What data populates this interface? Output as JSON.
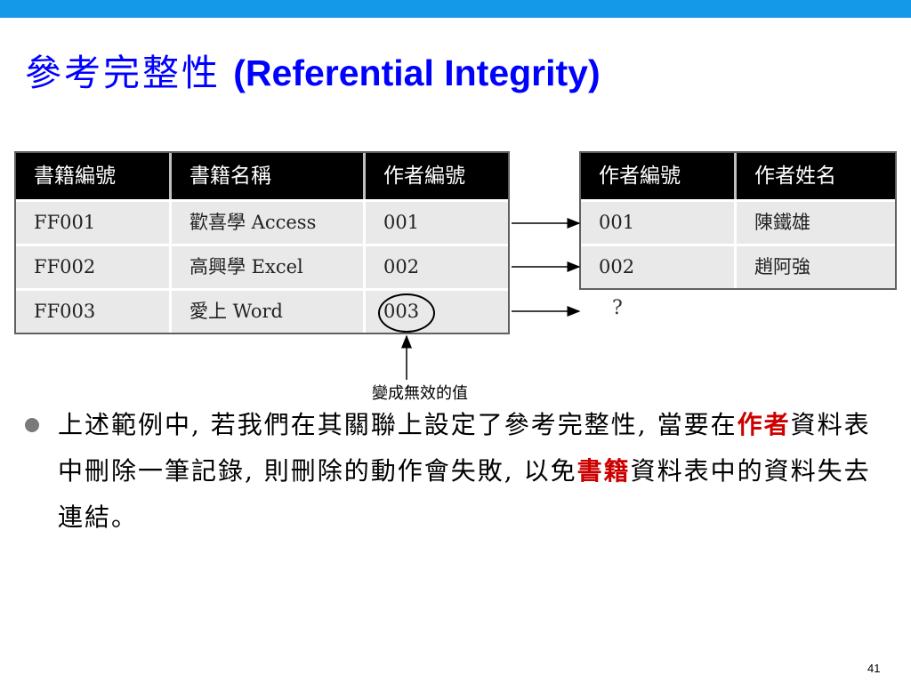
{
  "title": {
    "cjk": "參考完整性",
    "en": "(Referential Integrity)"
  },
  "books_table": {
    "headers": [
      "書籍編號",
      "書籍名稱",
      "作者編號"
    ],
    "rows": [
      [
        "FF001",
        "歡喜學 Access",
        "001"
      ],
      [
        "FF002",
        "高興學 Excel",
        "002"
      ],
      [
        "FF003",
        "愛上 Word",
        "003"
      ]
    ]
  },
  "authors_table": {
    "headers": [
      "作者編號",
      "作者姓名"
    ],
    "rows": [
      [
        "001",
        "陳鐵雄"
      ],
      [
        "002",
        "趙阿強"
      ]
    ]
  },
  "unmatched_mark": "?",
  "callout": "變成無效的值",
  "bullet": {
    "p1": "上述範例中, 若我們在其關聯上設定了參考完整性, 當要在",
    "hl1": "作者",
    "p2": "資料表中刪除一筆記錄, 則刪除的動作會失敗, 以免",
    "hl2": "書籍",
    "p3": "資料表中的資料失去連結。"
  },
  "page_number": "41",
  "colors": {
    "top_bar": "#1499e8",
    "title": "#0000ff",
    "highlight": "#cc0000",
    "table_header": "#000000",
    "table_cell": "#e9e9e9"
  }
}
